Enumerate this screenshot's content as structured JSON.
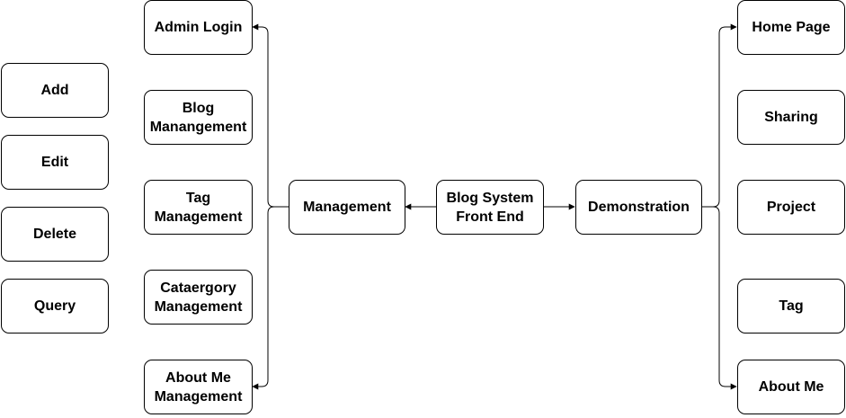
{
  "colors": {
    "stroke": "#000000",
    "fill": "#ffffff",
    "text": "#000000"
  },
  "nodes": {
    "add": "Add",
    "edit": "Edit",
    "delete": "Delete",
    "query": "Query",
    "admin_login": "Admin Login",
    "blog_management": "Blog\nManangement",
    "tag_management": "Tag\nManagement",
    "category_management": "Cataergory\nManagement",
    "about_me_management": "About Me\nManagement",
    "management": "Management",
    "blog_system": "Blog System\nFront End",
    "demonstration": "Demonstration",
    "home_page": "Home Page",
    "sharing": "Sharing",
    "project": "Project",
    "tag": "Tag",
    "about_me": "About Me"
  },
  "edges": [
    {
      "from": "blog_system",
      "to": "management"
    },
    {
      "from": "blog_system",
      "to": "demonstration"
    },
    {
      "from": "management",
      "to": "admin_login"
    },
    {
      "from": "management",
      "to": "about_me_management"
    },
    {
      "from": "demonstration",
      "to": "home_page"
    },
    {
      "from": "demonstration",
      "to": "about_me"
    }
  ]
}
